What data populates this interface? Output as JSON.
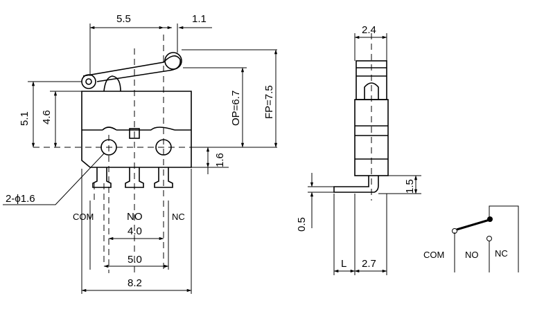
{
  "front_view": {
    "dim_lever_length": "5.5",
    "dim_roller_offset": "1.1",
    "dim_height_5_1": "5.1",
    "dim_height_4_6": "4.6",
    "dim_op": "OP=6.7",
    "dim_fp": "FP=7.5",
    "dim_pin_offset": "1.6",
    "dim_holes": "2-ϕ1.6",
    "label_com": "COM",
    "label_no": "NO",
    "label_nc": "NC",
    "dim_4_0": "4.0",
    "dim_5_0": "5.0",
    "dim_8_2": "8.2"
  },
  "side_view": {
    "dim_width": "2.4",
    "dim_1_5": "1.5",
    "dim_0_5": "0.5",
    "dim_l": "L",
    "dim_2_7": "2.7"
  },
  "schematic": {
    "label_com": "COM",
    "label_no": "NO",
    "label_nc": "NC"
  }
}
